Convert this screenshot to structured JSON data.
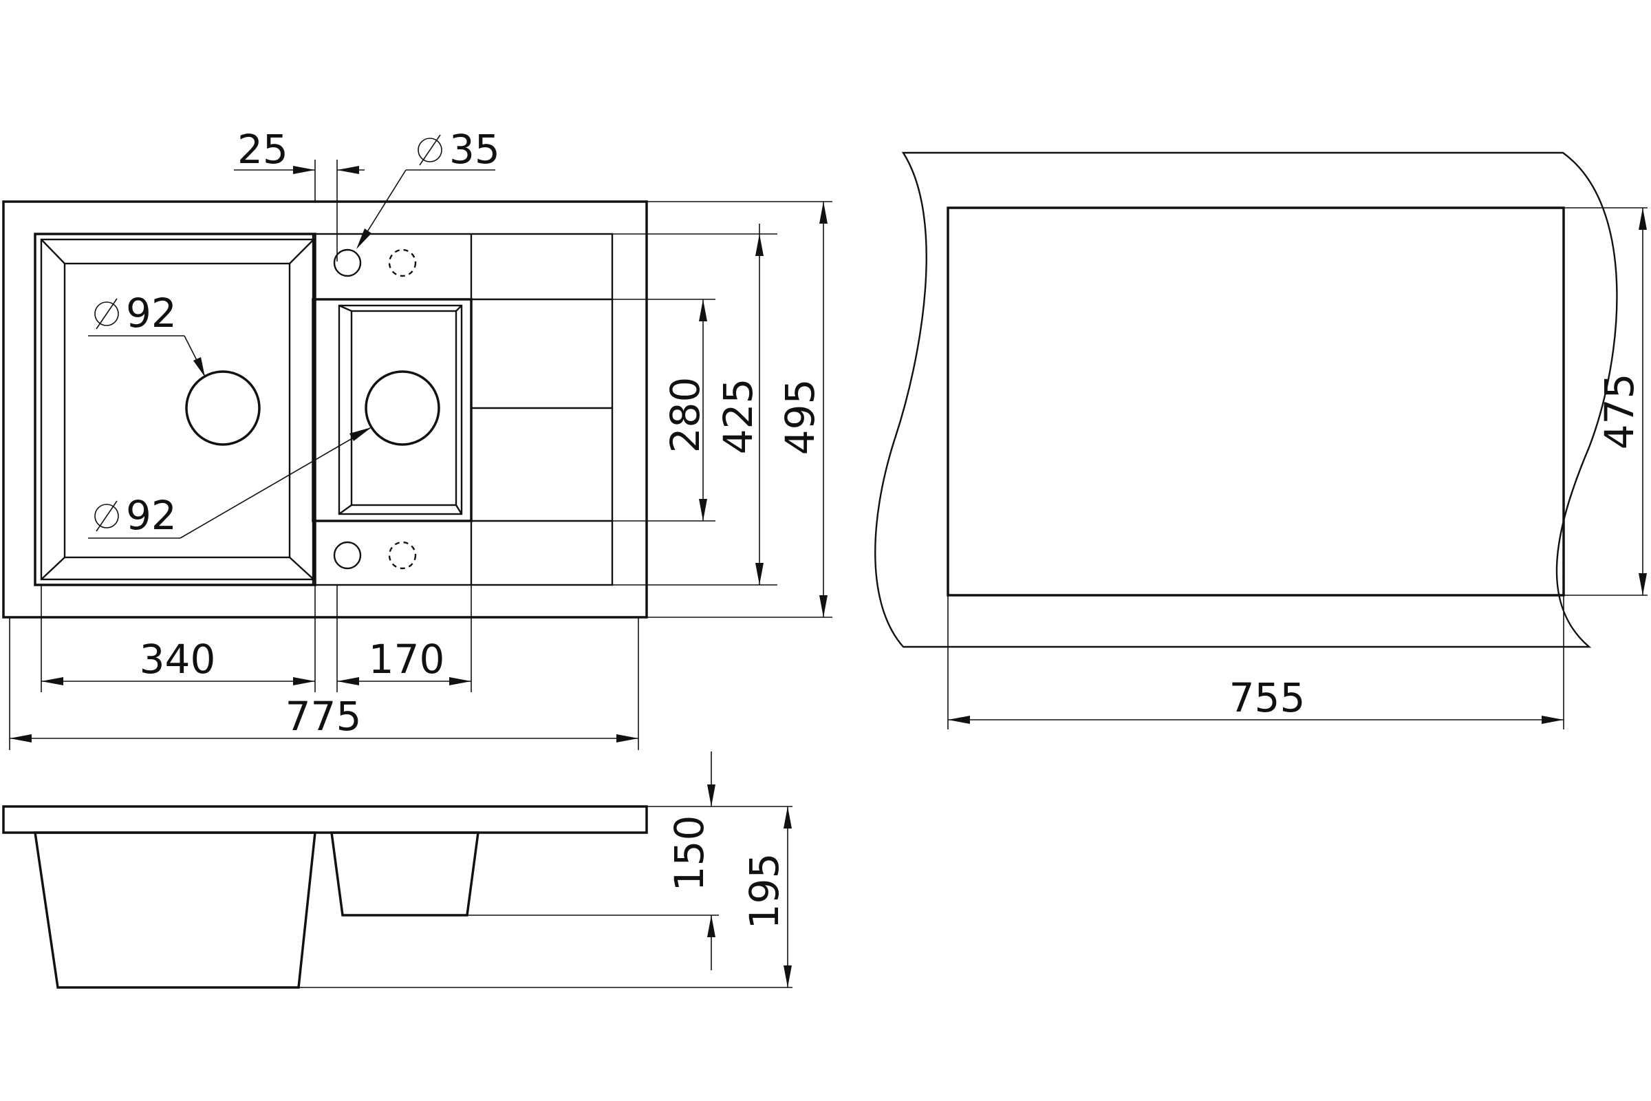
{
  "top_view": {
    "dim_25": "25",
    "dim_35": "35",
    "dim_92_upper": "92",
    "dim_92_lower": "92",
    "dim_280": "280",
    "dim_425": "425",
    "dim_495": "495",
    "dim_340": "340",
    "dim_170": "170",
    "dim_775": "775"
  },
  "side_view": {
    "dim_150": "150",
    "dim_195": "195"
  },
  "cutout_view": {
    "dim_755": "755",
    "dim_475": "475"
  },
  "diameter_symbol": "⌀"
}
